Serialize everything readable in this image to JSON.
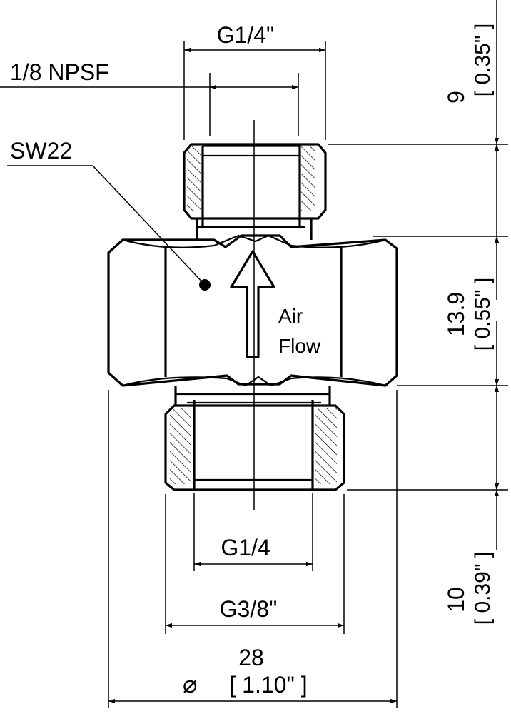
{
  "callouts": {
    "top_thread": "G1/4\"",
    "npsf": "1/8 NPSF",
    "wrench_size": "SW22",
    "flow_line1": "Air",
    "flow_line2": "Flow",
    "bottom_thread_inner": "G1/4",
    "bottom_thread_outer": "G3/8\""
  },
  "dimensions": {
    "top_height_mm": "9",
    "top_height_in": "[ 0.35\" ]",
    "body_height_mm": "13.9",
    "body_height_in": "[ 0.55\" ]",
    "bottom_height_mm": "10",
    "bottom_height_in": "[ 0.39\" ]",
    "diameter_mm": "28",
    "diameter_symbol": "⌀",
    "diameter_in": "[ 1.10\" ]"
  }
}
